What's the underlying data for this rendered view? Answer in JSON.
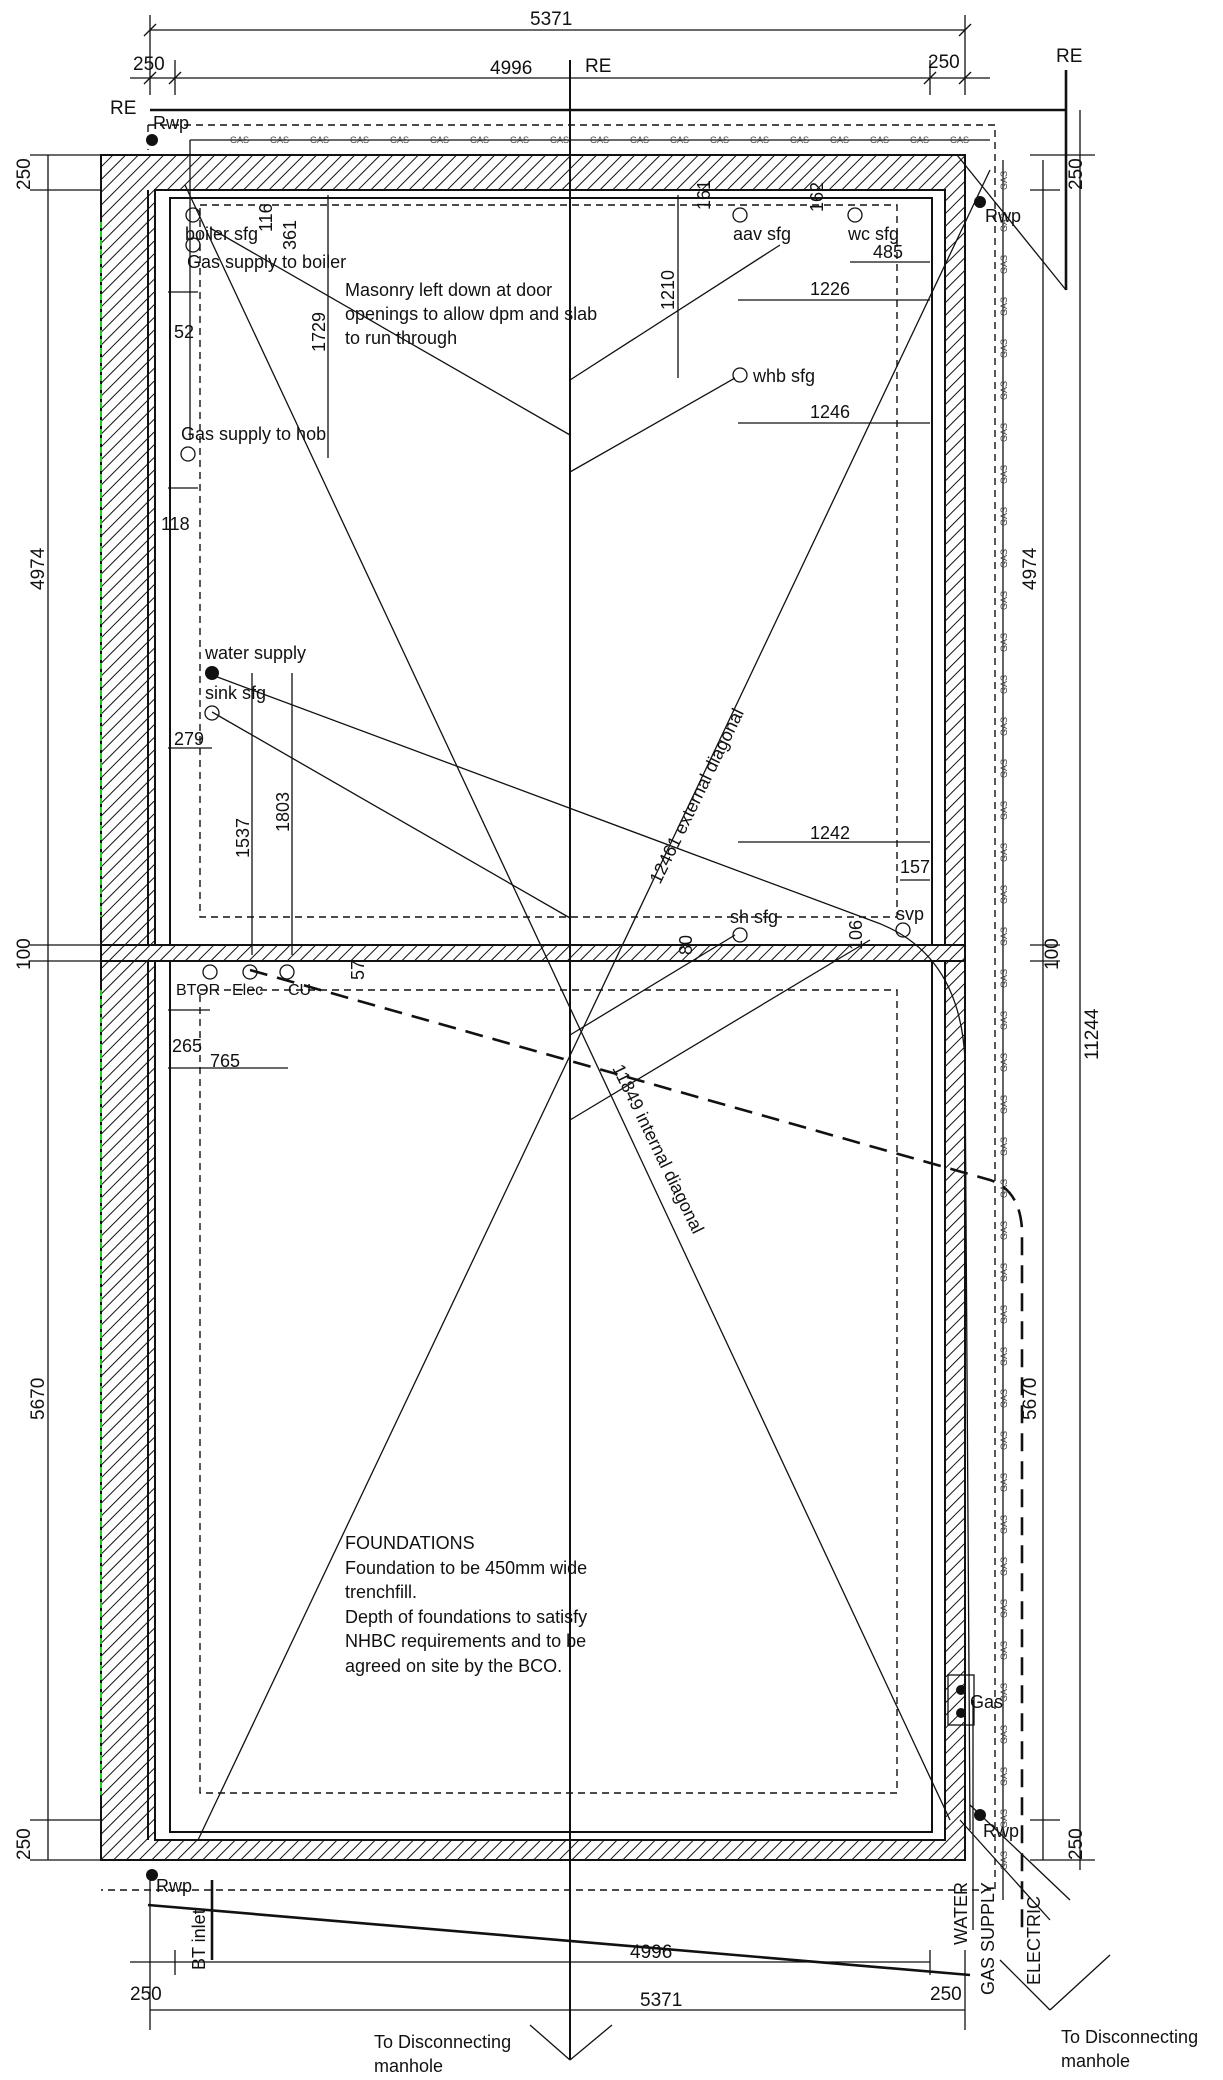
{
  "dimensions": {
    "overall_width": "5371",
    "internal_width": "4996",
    "wall_left": "250",
    "wall_right": "250",
    "wall_top": "250",
    "wall_bottom": "250",
    "upper_room": "4974",
    "partition": "100",
    "lower_room": "5670",
    "overall_length": "11244",
    "boiler_x": "116",
    "boiler_y": "361",
    "aav_x": "161",
    "wc_x": "162",
    "wc_y": "485",
    "whb_y": "1210",
    "aav_from_right": "1226",
    "whb_from_right": "1246",
    "boiler_drop": "1729",
    "gas_boiler_x": "52",
    "gas_hob_x": "118",
    "sink_x": "279",
    "sink_y": "1537",
    "water_y": "1803",
    "svp_from_right": "1242",
    "svp_x": "157",
    "sh_offset": "80",
    "svp_offset": "106",
    "cu_offset": "57",
    "btor_x": "265",
    "cu_x": "765",
    "bottom_internal": "4996",
    "bottom_overall": "5371"
  },
  "labels": {
    "re": "RE",
    "rwp": "Rwp",
    "boiler_sfg": "boiler sfg",
    "gas_supply_boiler": "Gas supply to boiler",
    "masonry_1": "Masonry left down at door",
    "masonry_2": "openings to allow dpm and slab",
    "masonry_3": "to run through",
    "aav_sfg": "aav sfg",
    "wc_sfg": "wc sfg",
    "whb_sfg": "whb sfg",
    "gas_supply_hob": "Gas supply to hob",
    "water_supply": "water supply",
    "sink_sfg": "sink sfg",
    "external_diagonal": "12461 external diagonal",
    "internal_diagonal": "11849 internal diagonal",
    "sh_sfg": "sh sfg",
    "svp": "svp",
    "btor": "BTOR",
    "elec": "Elec",
    "cu": "CU",
    "foundations_title": "FOUNDATIONS",
    "foundations_1": "Foundation to be 450mm wide",
    "foundations_2": "trenchfill.",
    "foundations_3": "Depth of foundations to satisfy",
    "foundations_4": "NHBC requirements and to be",
    "foundations_5": "agreed on site by the BCO.",
    "gas": "Gas",
    "bt_inlet": "BT inlet",
    "water": "WATER",
    "gas_supply": "GAS SUPPLY",
    "electric": "ELECTRIC",
    "disconnect_1": "To Disconnecting",
    "disconnect_2": "manhole",
    "gas_tag": "GAS"
  },
  "colors": {
    "ink": "#111111",
    "guide_green": "#22cc22"
  }
}
